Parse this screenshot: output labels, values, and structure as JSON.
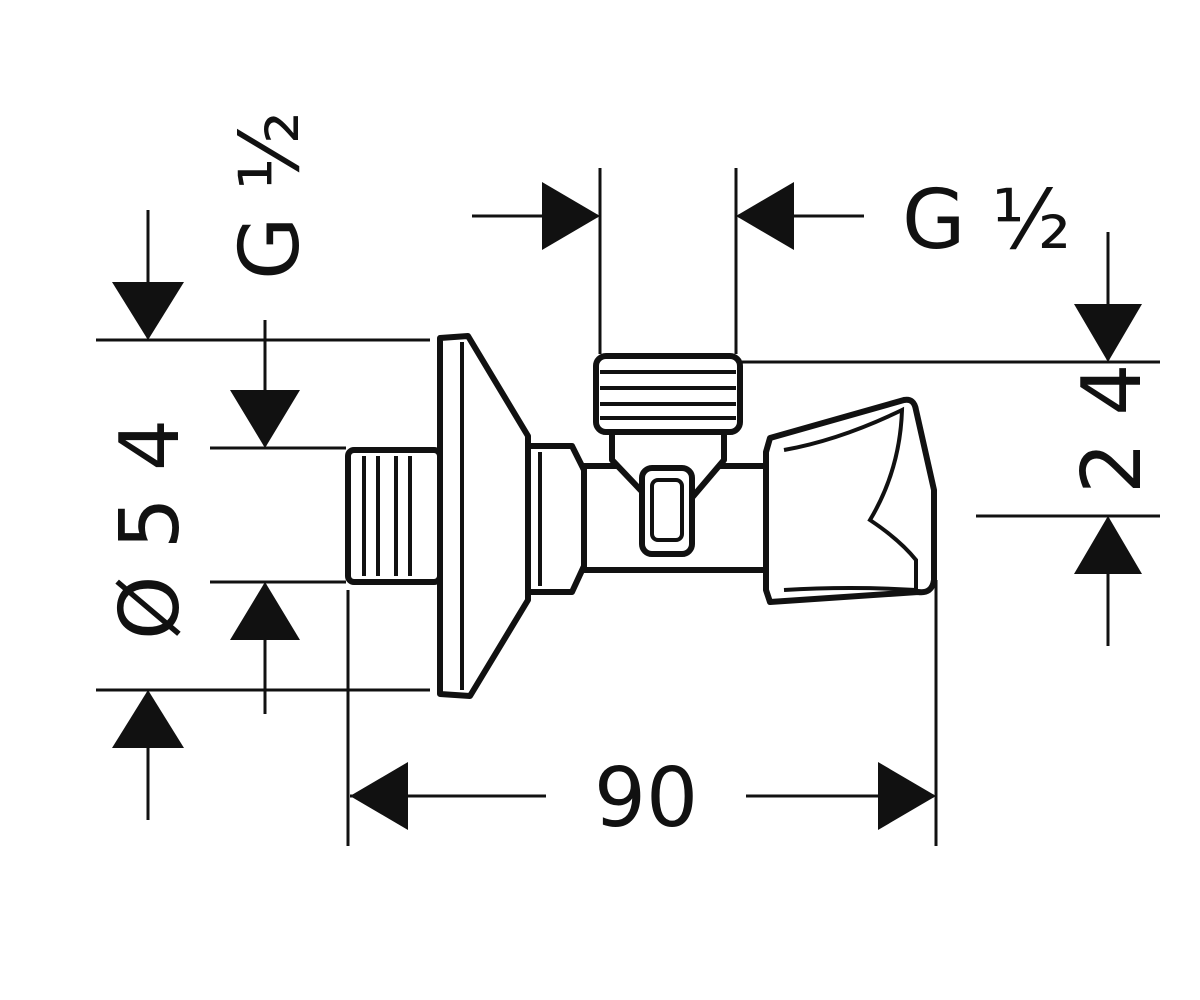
{
  "dimensions": {
    "width_label": "90",
    "diameter_label": "Ø 5 4",
    "thread_left_label": "G ½",
    "thread_top_label": "G ½",
    "height_label": "2 4"
  }
}
